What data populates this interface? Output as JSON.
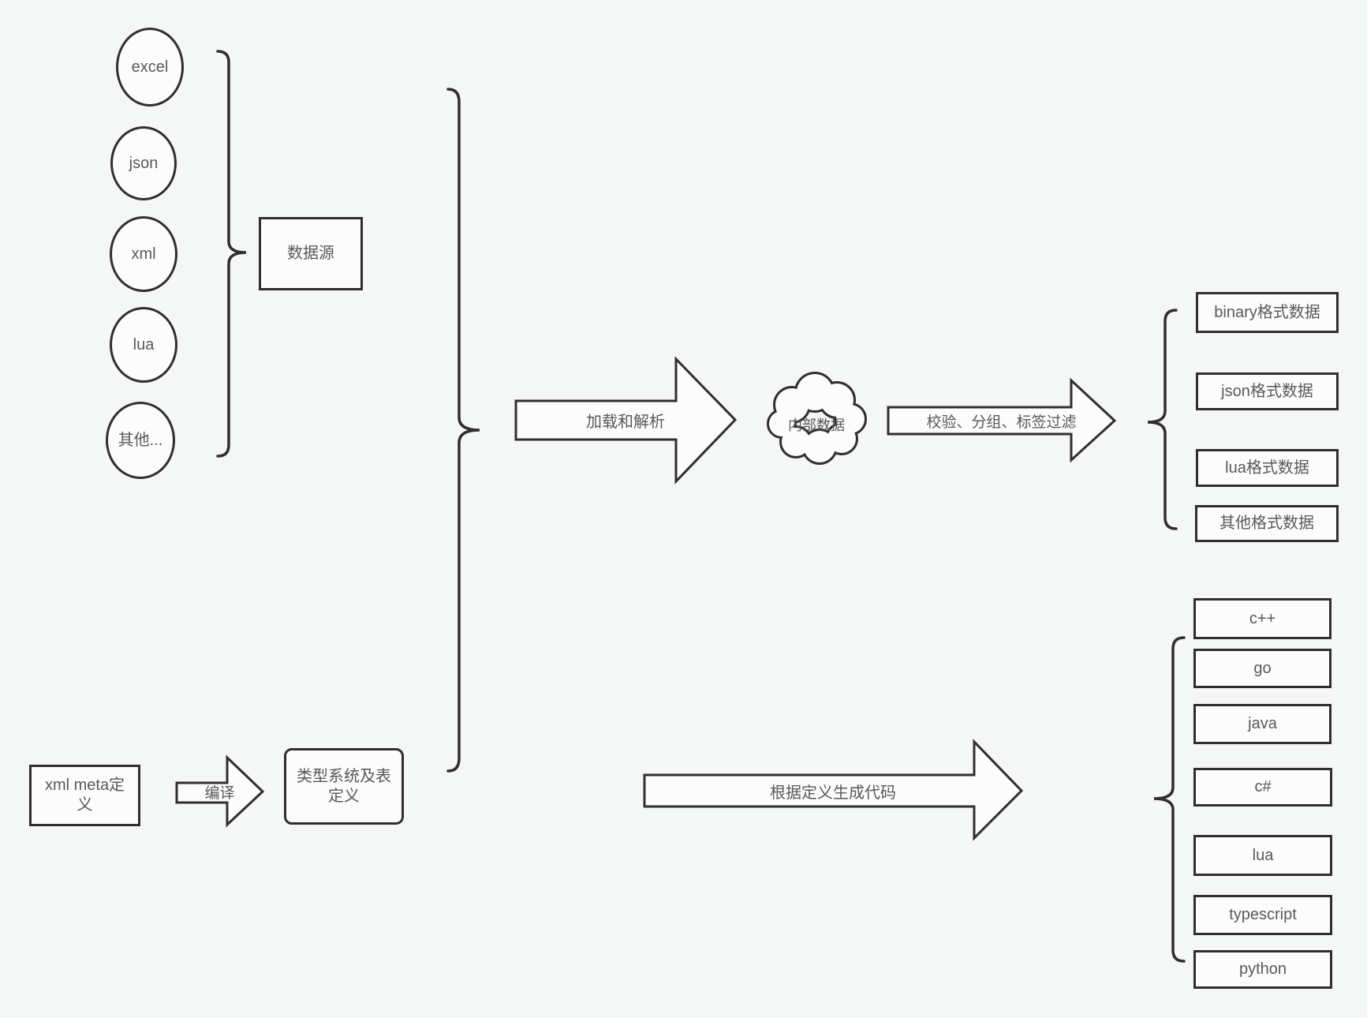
{
  "colors": {
    "background": "#f5f6f6",
    "stroke": "#2f2f2f",
    "shape_fill": "#fcfcfc",
    "text": "#595959"
  },
  "sources": {
    "group_label": "数据源",
    "items": [
      "excel",
      "json",
      "xml",
      "lua",
      "其他..."
    ]
  },
  "flow": {
    "load_arrow_label": "加载和解析",
    "internal_data_label": "内部数据",
    "filter_arrow_label": "校验、分组、标签过滤"
  },
  "data_formats": [
    "binary格式数据",
    "json格式数据",
    "lua格式数据",
    "其他格式数据"
  ],
  "definition": {
    "xml_meta_label": "xml meta定义",
    "compile_arrow_label": "编译",
    "type_system_label": "类型系统及表定义",
    "codegen_arrow_label": "根据定义生成代码"
  },
  "languages": [
    "c++",
    "go",
    "java",
    "c#",
    "lua",
    "typescript",
    "python"
  ]
}
